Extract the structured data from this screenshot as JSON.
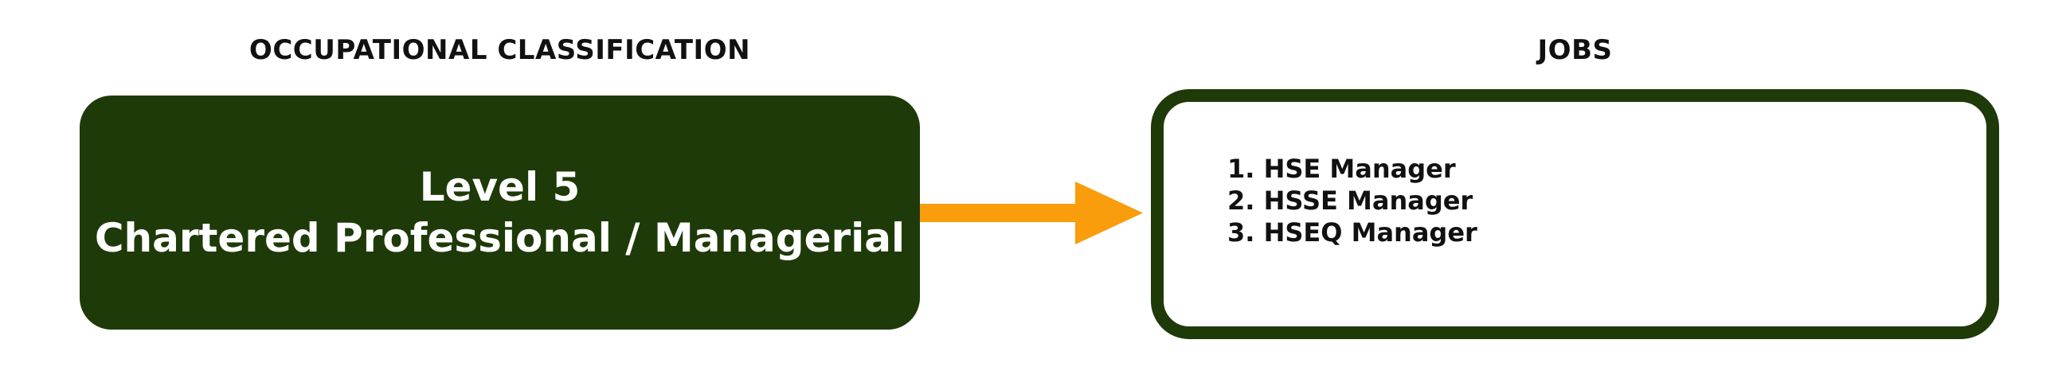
{
  "headings": {
    "left": "OCCUPATIONAL CLASSIFICATION",
    "right": "JOBS"
  },
  "classification": {
    "line1": "Level 5",
    "line2": "Chartered Professional / Managerial"
  },
  "jobs": [
    "1. HSE Manager",
    "2. HSSE Manager",
    "3. HSEQ Manager"
  ],
  "colors": {
    "box_fill": "#1e3a08",
    "arrow": "#f99d0c",
    "text_dark": "#111111",
    "text_light": "#ffffff"
  }
}
